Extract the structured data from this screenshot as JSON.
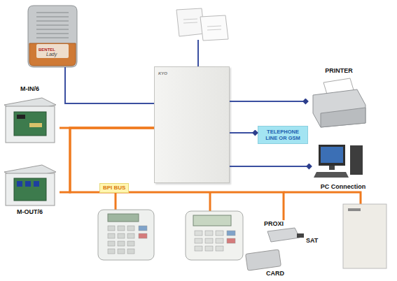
{
  "diagram": {
    "nodes": [
      {
        "text": [
          "KYO"
        ]
      },
      {
        "text": [
          "PRINTER"
        ]
      },
      {
        "text": [
          "M-IN/6"
        ]
      },
      {
        "text": [
          "TELEPHONE LINE OR GSM"
        ]
      },
      {
        "text": [
          "PC Connection"
        ]
      },
      {
        "text": [
          "M-OUT/6"
        ]
      },
      {
        "text": [
          "PROXI"
        ]
      }
    ],
    "edges": [
      {
        "from": 0,
        "to": 1,
        "arrow": "to"
      },
      {
        "from": 0,
        "to": 3,
        "arrow": "to"
      },
      {
        "from": 0,
        "to": 4,
        "arrow": "to"
      },
      {
        "from": 0,
        "to": 2,
        "arrow": "none"
      },
      {
        "from": 0,
        "to": 5,
        "arrow": "none"
      },
      {
        "from": 0,
        "to": 6,
        "arrow": "none"
      }
    ],
    "labels": [
      "BENTEL",
      "Lady",
      "BPI BUS",
      "SAT",
      "CARD"
    ]
  }
}
